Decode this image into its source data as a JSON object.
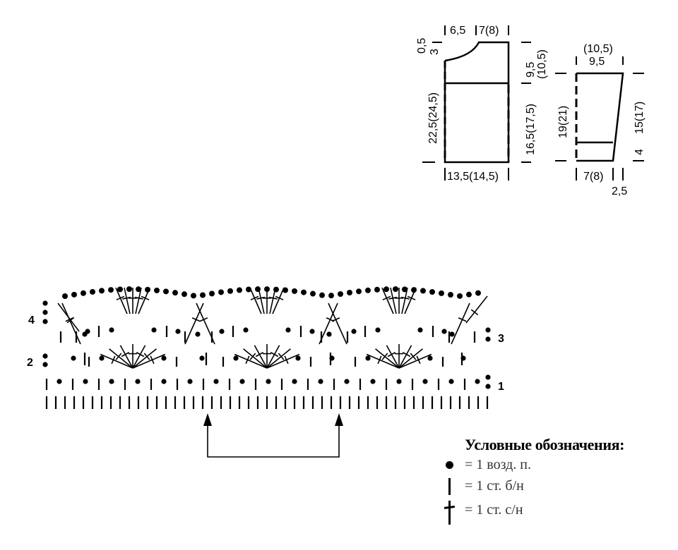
{
  "body_schematic": {
    "top_dims": [
      "6,5",
      "7(8)"
    ],
    "left_dims": [
      "0,5",
      "3",
      "22,5(24,5)"
    ],
    "right_dims": [
      "9,5",
      "(10,5)",
      "16,5(17,5)"
    ],
    "bottom_dim": "13,5(14,5)"
  },
  "sleeve_schematic": {
    "top_dims": [
      "(10,5)",
      "9,5"
    ],
    "left_dim": "19(21)",
    "right_dims": [
      "15(17)",
      "4"
    ],
    "bottom_dims": [
      "7(8)",
      "2,5"
    ]
  },
  "chart": {
    "row_numbers": [
      "1",
      "2",
      "3",
      "4"
    ]
  },
  "legend": {
    "title": "Условные обозначения:",
    "items": [
      {
        "symbol": "chain-dot",
        "label": "= 1 возд. п."
      },
      {
        "symbol": "single-crochet-bar",
        "label": "= 1 ст. б/н"
      },
      {
        "symbol": "double-crochet-cross",
        "label": "= 1 ст. с/н"
      }
    ]
  }
}
